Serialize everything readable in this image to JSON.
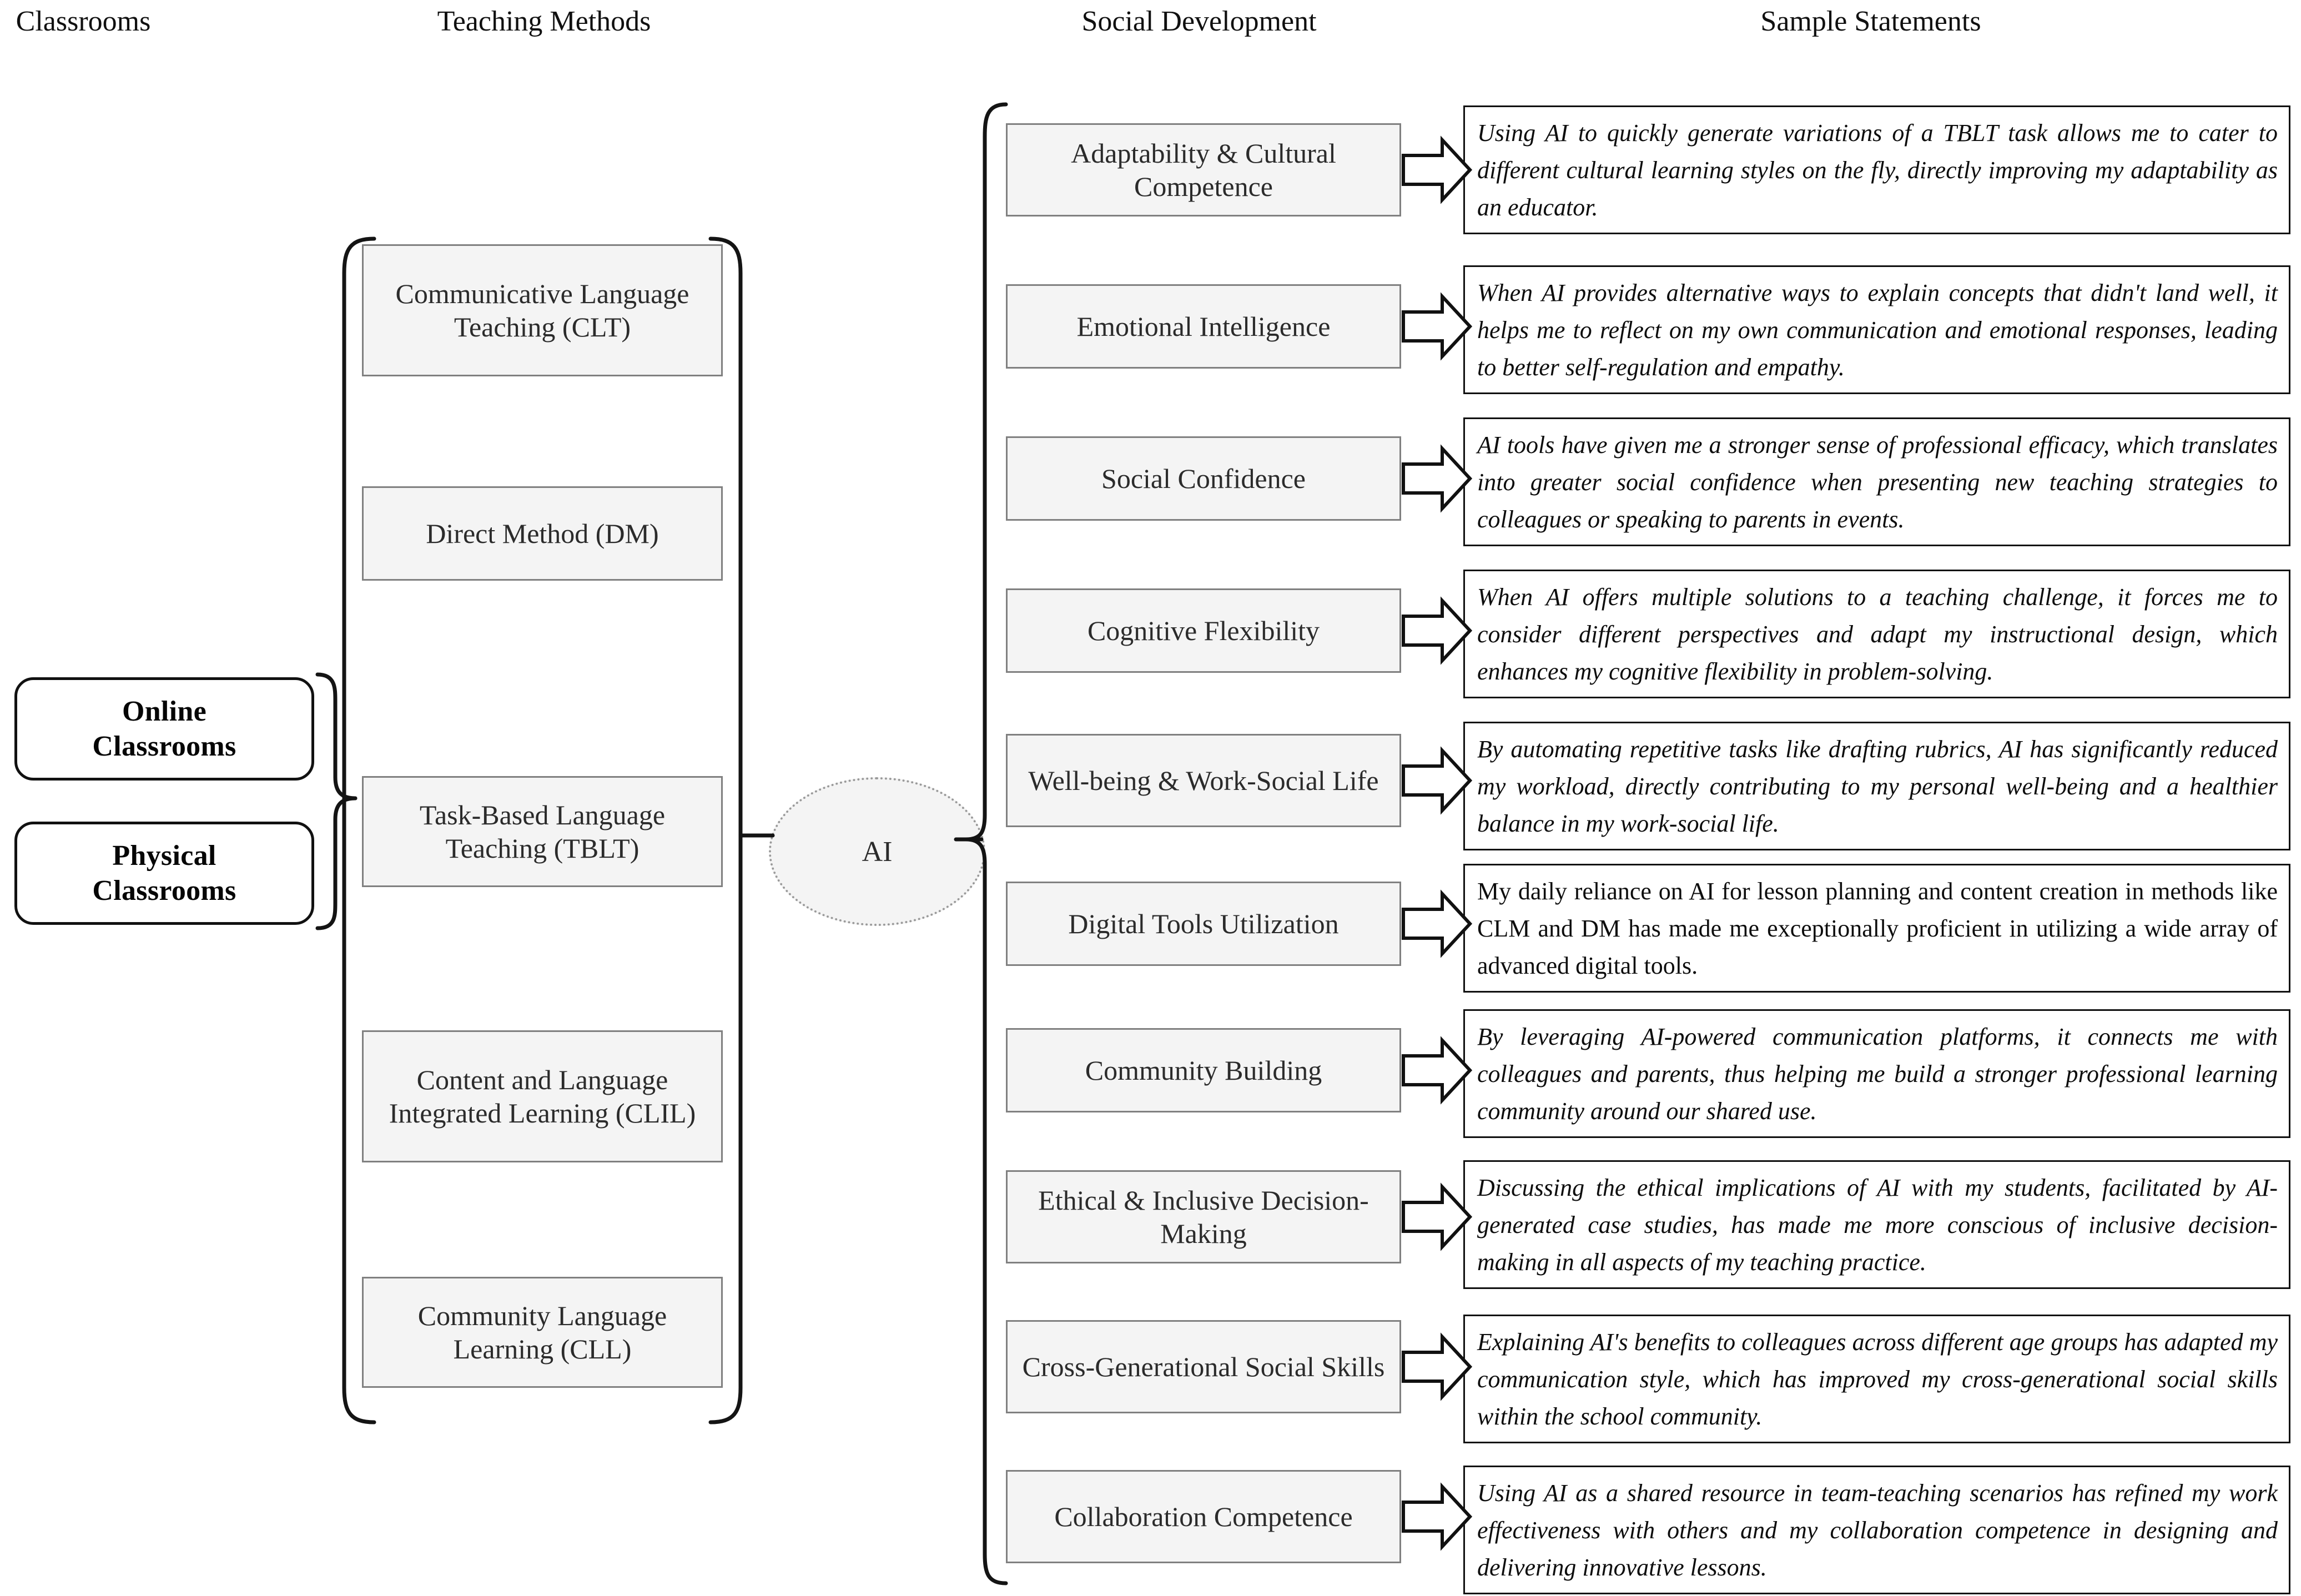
{
  "headers": {
    "classrooms": "Classrooms",
    "teaching_methods": "Teaching Methods",
    "social_development": "Social Development",
    "sample_statements": "Sample Statements"
  },
  "classrooms": [
    {
      "label": "Online\nClassrooms"
    },
    {
      "label": "Physical\nClassrooms"
    }
  ],
  "teaching_methods": [
    {
      "label": "Communicative Language Teaching (CLT)",
      "abbr": "CLT"
    },
    {
      "label": "Direct Method (DM)",
      "abbr": "DM"
    },
    {
      "label": "Task-Based Language Teaching (TBLT)",
      "abbr": "TBLT"
    },
    {
      "label": "Content and Language Integrated Learning (CLIL)",
      "abbr": "CLIL"
    },
    {
      "label": "Community Language Learning (CLL)",
      "abbr": "CLL"
    }
  ],
  "hub": {
    "label": "AI"
  },
  "social_development": [
    {
      "label": "Adaptability & Cultural Competence"
    },
    {
      "label": "Emotional Intelligence"
    },
    {
      "label": "Social Confidence"
    },
    {
      "label": "Cognitive Flexibility"
    },
    {
      "label": "Well-being & Work-Social Life"
    },
    {
      "label": "Digital Tools Utilization"
    },
    {
      "label": "Community Building"
    },
    {
      "label": "Ethical & Inclusive Decision-Making"
    },
    {
      "label": "Cross-Generational Social Skills"
    },
    {
      "label": "Collaboration Competence"
    }
  ],
  "sample_statements": [
    {
      "text": "Using AI to quickly generate variations of a TBLT task allows me to cater to different cultural learning styles on the fly, directly improving my adaptability as an educator.",
      "style": "italic"
    },
    {
      "text": "When AI provides alternative ways to explain concepts that didn't land well, it helps me to reflect on my own communication and emotional responses, leading to better self-regulation and empathy.",
      "style": "italic"
    },
    {
      "text": "AI tools have given me a stronger sense of professional efficacy, which translates into greater social confidence when presenting new teaching strategies to colleagues or speaking to parents in events.",
      "style": "italic"
    },
    {
      "text": "When AI offers multiple solutions to a teaching challenge, it forces me to consider different perspectives and adapt my instructional design, which enhances my cognitive flexibility in problem-solving.",
      "style": "italic"
    },
    {
      "text": "By automating repetitive tasks like drafting rubrics, AI has significantly reduced my workload, directly contributing to my personal well-being and a healthier balance in my work-social life.",
      "style": "italic"
    },
    {
      "text": "My daily reliance on AI for lesson planning and content creation in methods like CLM and DM has made me exceptionally proficient in utilizing a wide array of advanced digital tools.",
      "style": "roman"
    },
    {
      "text": "By leveraging AI-powered communication platforms, it connects me with colleagues and parents, thus helping me build a stronger professional learning community around our shared use.",
      "style": "italic"
    },
    {
      "text": "Discussing the ethical implications of AI with my students, facilitated by AI-generated case studies, has made me more conscious of inclusive decision-making in all aspects of my teaching practice.",
      "style": "italic"
    },
    {
      "text": "Explaining AI's benefits to colleagues across different age groups has adapted my communication style, which has improved my cross-generational social skills within the school community.",
      "style": "italic"
    },
    {
      "text": "Using AI as a shared resource in team-teaching scenarios has refined my work effectiveness with others and my collaboration competence in designing and delivering innovative lessons.",
      "style": "italic"
    }
  ],
  "connectors": {
    "classrooms_brace": "right-curly-brace",
    "methods_left_brace": "left-square-brace",
    "methods_right_brace": "right-square-brace",
    "social_brace": "left-curly-brace",
    "arrow": "block-arrow-right"
  },
  "colors": {
    "grey_fill": "#f4f4f4",
    "grey_border": "#808080",
    "dark_border": "#111111",
    "text": "#1a1a1a",
    "page_bg": "#ffffff"
  }
}
